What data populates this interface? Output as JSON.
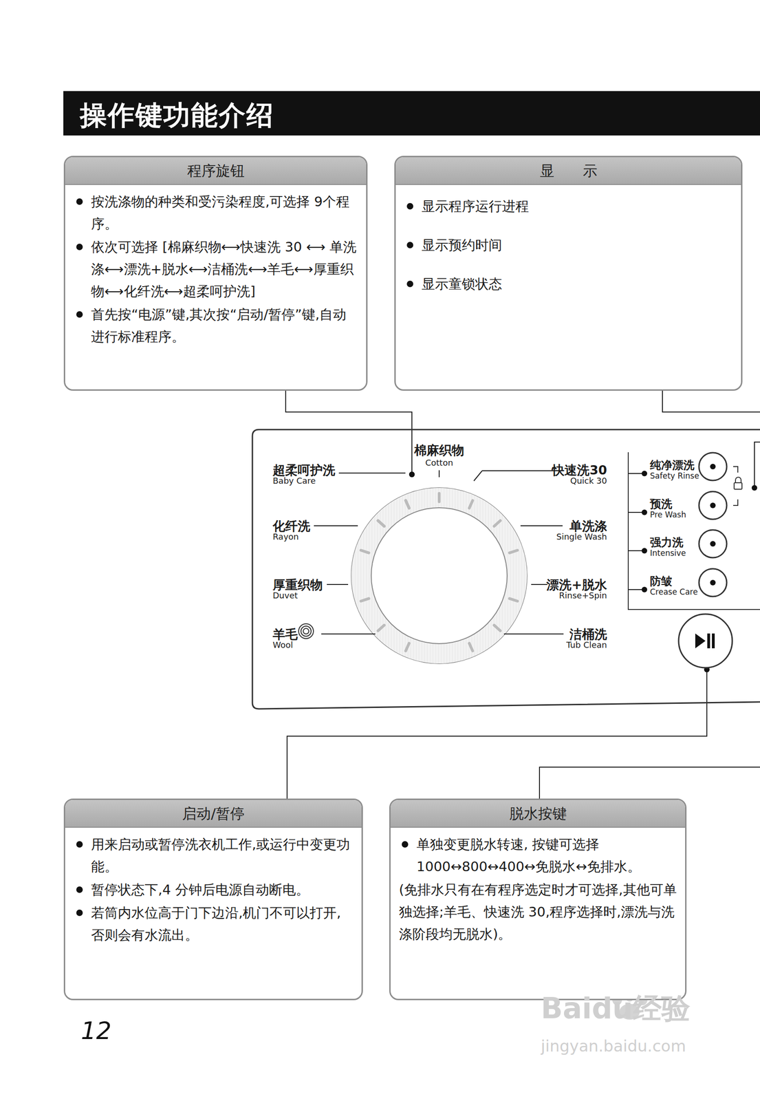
{
  "diagram": {
    "title": "操作键功能介绍",
    "nodes": [
      {
        "text": [
          "程序旋钮",
          "按洗涤物的种类和受污染程度,可选择 9个程序。",
          "依次可选择 [棉麻织物⟷快速洗 30 ⟷ 单洗涤⟷漂洗+脱水⟷洁桶洗⟷羊毛⟷厚重织物⟷化纤洗⟷超柔呵护洗]",
          "首先按“电源”键,其次按“启动/暂停”键,自动进行标准程序。"
        ]
      },
      {
        "text": [
          "显　　示",
          "显示程序运行进程",
          "显示预约时间",
          "显示童锁状态"
        ]
      },
      {
        "text": [
          "启动/暂停",
          "用来启动或暂停洗衣机工作,或运行中变更功能。",
          "暂停状态下,4 分钟后电源自动断电。",
          "若筒内水位高于门下边沿,机门不可以打开,否则会有水流出。"
        ]
      },
      {
        "text": [
          "脱水按键",
          "单独变更脱水转速, 按键可选择 1000↔800↔400↔免脱水↔免排水。",
          "(免排水只有在有程序选定时才可选择,其他可单独选择;羊毛、快速洗 30,程序选择时,漂洗与洗涤阶段均无脱水)。"
        ]
      }
    ],
    "labels": [
      "棉麻织物",
      "Cotton",
      "超柔呵护洗",
      "Baby Care",
      "快速洗30",
      "Quick 30",
      "化纤洗",
      "Rayon",
      "单洗涤",
      "Single Wash",
      "厚重织物",
      "Duvet",
      "漂洗+脱水",
      "Rinse+Spin",
      "羊毛",
      "Wool",
      "洁桶洗",
      "Tub Clean",
      "纯净漂洗",
      "Safety Rinse",
      "预洗",
      "Pre Wash",
      "强力洗",
      "Intensive",
      "防皱",
      "Crease Care",
      "12",
      "Baidu经验",
      "jingyan.baidu.com"
    ]
  }
}
